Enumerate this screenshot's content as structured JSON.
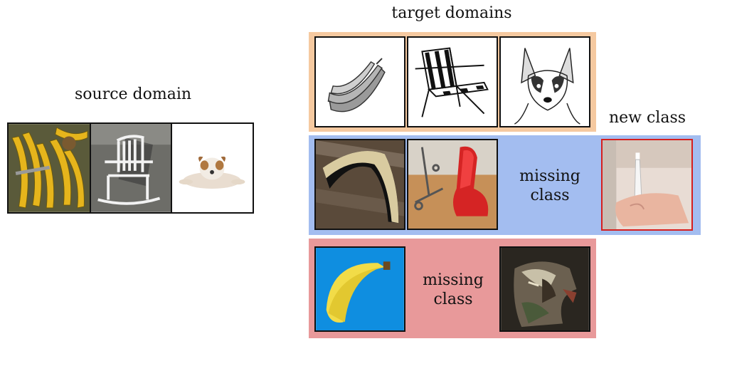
{
  "labels": {
    "source_domain": "source domain",
    "target_domains": "target domains",
    "new_class": "new class",
    "missing_class_row2": "missing\nclass",
    "missing_class_row3": "missing\nclass"
  },
  "colors": {
    "row1_band": "#f5c9a0",
    "row2_band": "#a3bdf0",
    "row3_band": "#e8999a",
    "new_class_border": "#d61f1f"
  },
  "images": {
    "source": [
      "banana photo",
      "chair photo",
      "dog photo"
    ],
    "target_row1": [
      "banana sketch",
      "chair sketch",
      "dog sketch"
    ],
    "target_row2": [
      "banana photo",
      "chair photo",
      "missing",
      "toothbrush photo"
    ],
    "target_row3": [
      "banana 3d render",
      "missing",
      "dog painting"
    ]
  }
}
